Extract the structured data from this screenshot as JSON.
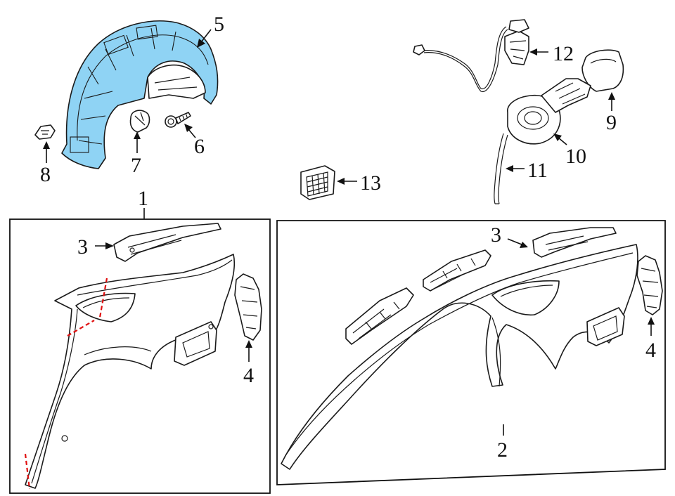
{
  "diagram": {
    "highlight_color": "#8fd3f4",
    "cut_line_color": "#e01010",
    "callouts": {
      "c1": "1",
      "c2": "2",
      "c3a": "3",
      "c3b": "3",
      "c4a": "4",
      "c4b": "4",
      "c5": "5",
      "c6": "6",
      "c7": "7",
      "c8": "8",
      "c9": "9",
      "c10": "10",
      "c11": "11",
      "c12": "12",
      "c13": "13"
    }
  }
}
